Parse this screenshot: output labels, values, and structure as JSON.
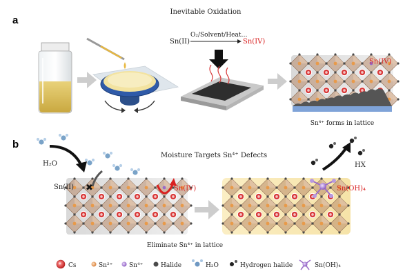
{
  "panel_a": {
    "letter": "a",
    "title": "Inevitable Oxidation",
    "reactant": "Sn(II)",
    "conditions": "O₂/Solvent/Heat…",
    "product": "Sn(IV)",
    "lattice_label": "Sn(IV)",
    "caption": "Sn⁴⁺ forms in lattice"
  },
  "panel_b": {
    "letter": "b",
    "title": "Moisture Targets Sn⁴⁺ Defects",
    "water_label": "H₂O",
    "left_site": "Sn(II)",
    "right_site": "Sn(IV)",
    "hx_label": "HX",
    "product_label": "Sn(OH)₄",
    "caption": "Eliminate Sn⁴⁺ in lattice"
  },
  "legend": [
    {
      "key": "cs",
      "label": "Cs"
    },
    {
      "key": "sn2",
      "label": "Sn²⁺"
    },
    {
      "key": "sn4",
      "label": "Sn⁴⁺"
    },
    {
      "key": "halide",
      "label": "Halide"
    },
    {
      "key": "water",
      "label": "H₂O"
    },
    {
      "key": "hx",
      "label": "Hydrogen halide"
    },
    {
      "key": "snoh",
      "label": "Sn(OH)₄"
    }
  ],
  "colors": {
    "cs": "#d83a3a",
    "sn2": "#e89a4a",
    "sn4": "#9a6cc8",
    "halide": "#4a4a4a",
    "octahedron": "#b88a6a",
    "arrow_gray": "#c8c8c8",
    "highlight_red": "#d92020",
    "water_blue": "#7aa3c8"
  }
}
